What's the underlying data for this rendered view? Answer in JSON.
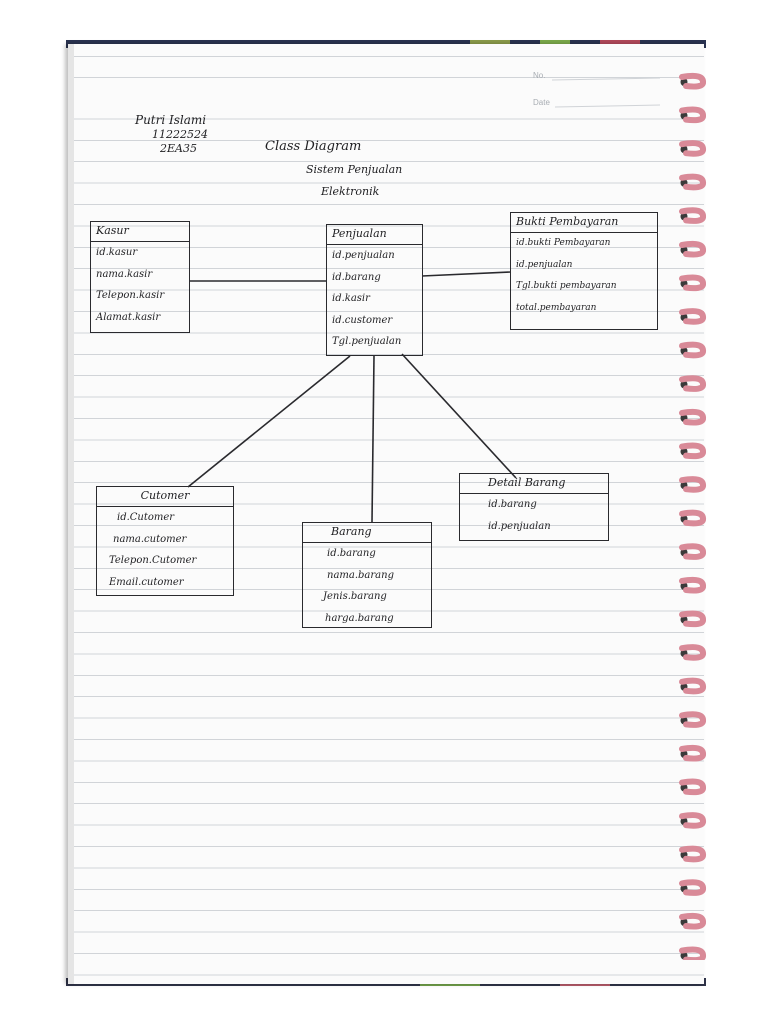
{
  "printed": {
    "no_label": "No.",
    "date_label": "Date"
  },
  "author": {
    "name": "Putri Islami",
    "npm": "11222524",
    "class": "2EA35"
  },
  "title": {
    "line1": "Class Diagram",
    "line2": "Sistem Penjualan",
    "line3": "Elektronik"
  },
  "classes": {
    "kasir": {
      "name": "Kasur",
      "attributes": [
        "id.kasur",
        "nama.kasir",
        "Telepon.kasir",
        "Alamat.kasir"
      ]
    },
    "penjualan": {
      "name": "Penjualan",
      "attributes": [
        "id.penjualan",
        "id.barang",
        "id.kasir",
        "id.customer",
        "Tgl.penjualan"
      ]
    },
    "bukti": {
      "name": "Bukti Pembayaran",
      "attributes": [
        "id.bukti Pembayaran",
        "id.penjualan",
        "Tgl.bukti pembayaran",
        "total.pembayaran"
      ]
    },
    "customer": {
      "name": "Cutomer",
      "attributes": [
        "id.Cutomer",
        "nama.cutomer",
        "Telepon.Cutomer",
        "Email.cutomer"
      ]
    },
    "barang": {
      "name": "Barang",
      "attributes": [
        "id.barang",
        "nama.barang",
        "Jenis.barang",
        "harga.barang"
      ]
    },
    "detail": {
      "name": "Detail Barang",
      "attributes": [
        "id.barang",
        "id.penjualan"
      ]
    }
  },
  "colors": {
    "paper": "#fbfbfb",
    "ink": "#1f1f22",
    "rule": "#c9cdd2",
    "ring": "#d98a98",
    "tape": "#2a3350"
  }
}
